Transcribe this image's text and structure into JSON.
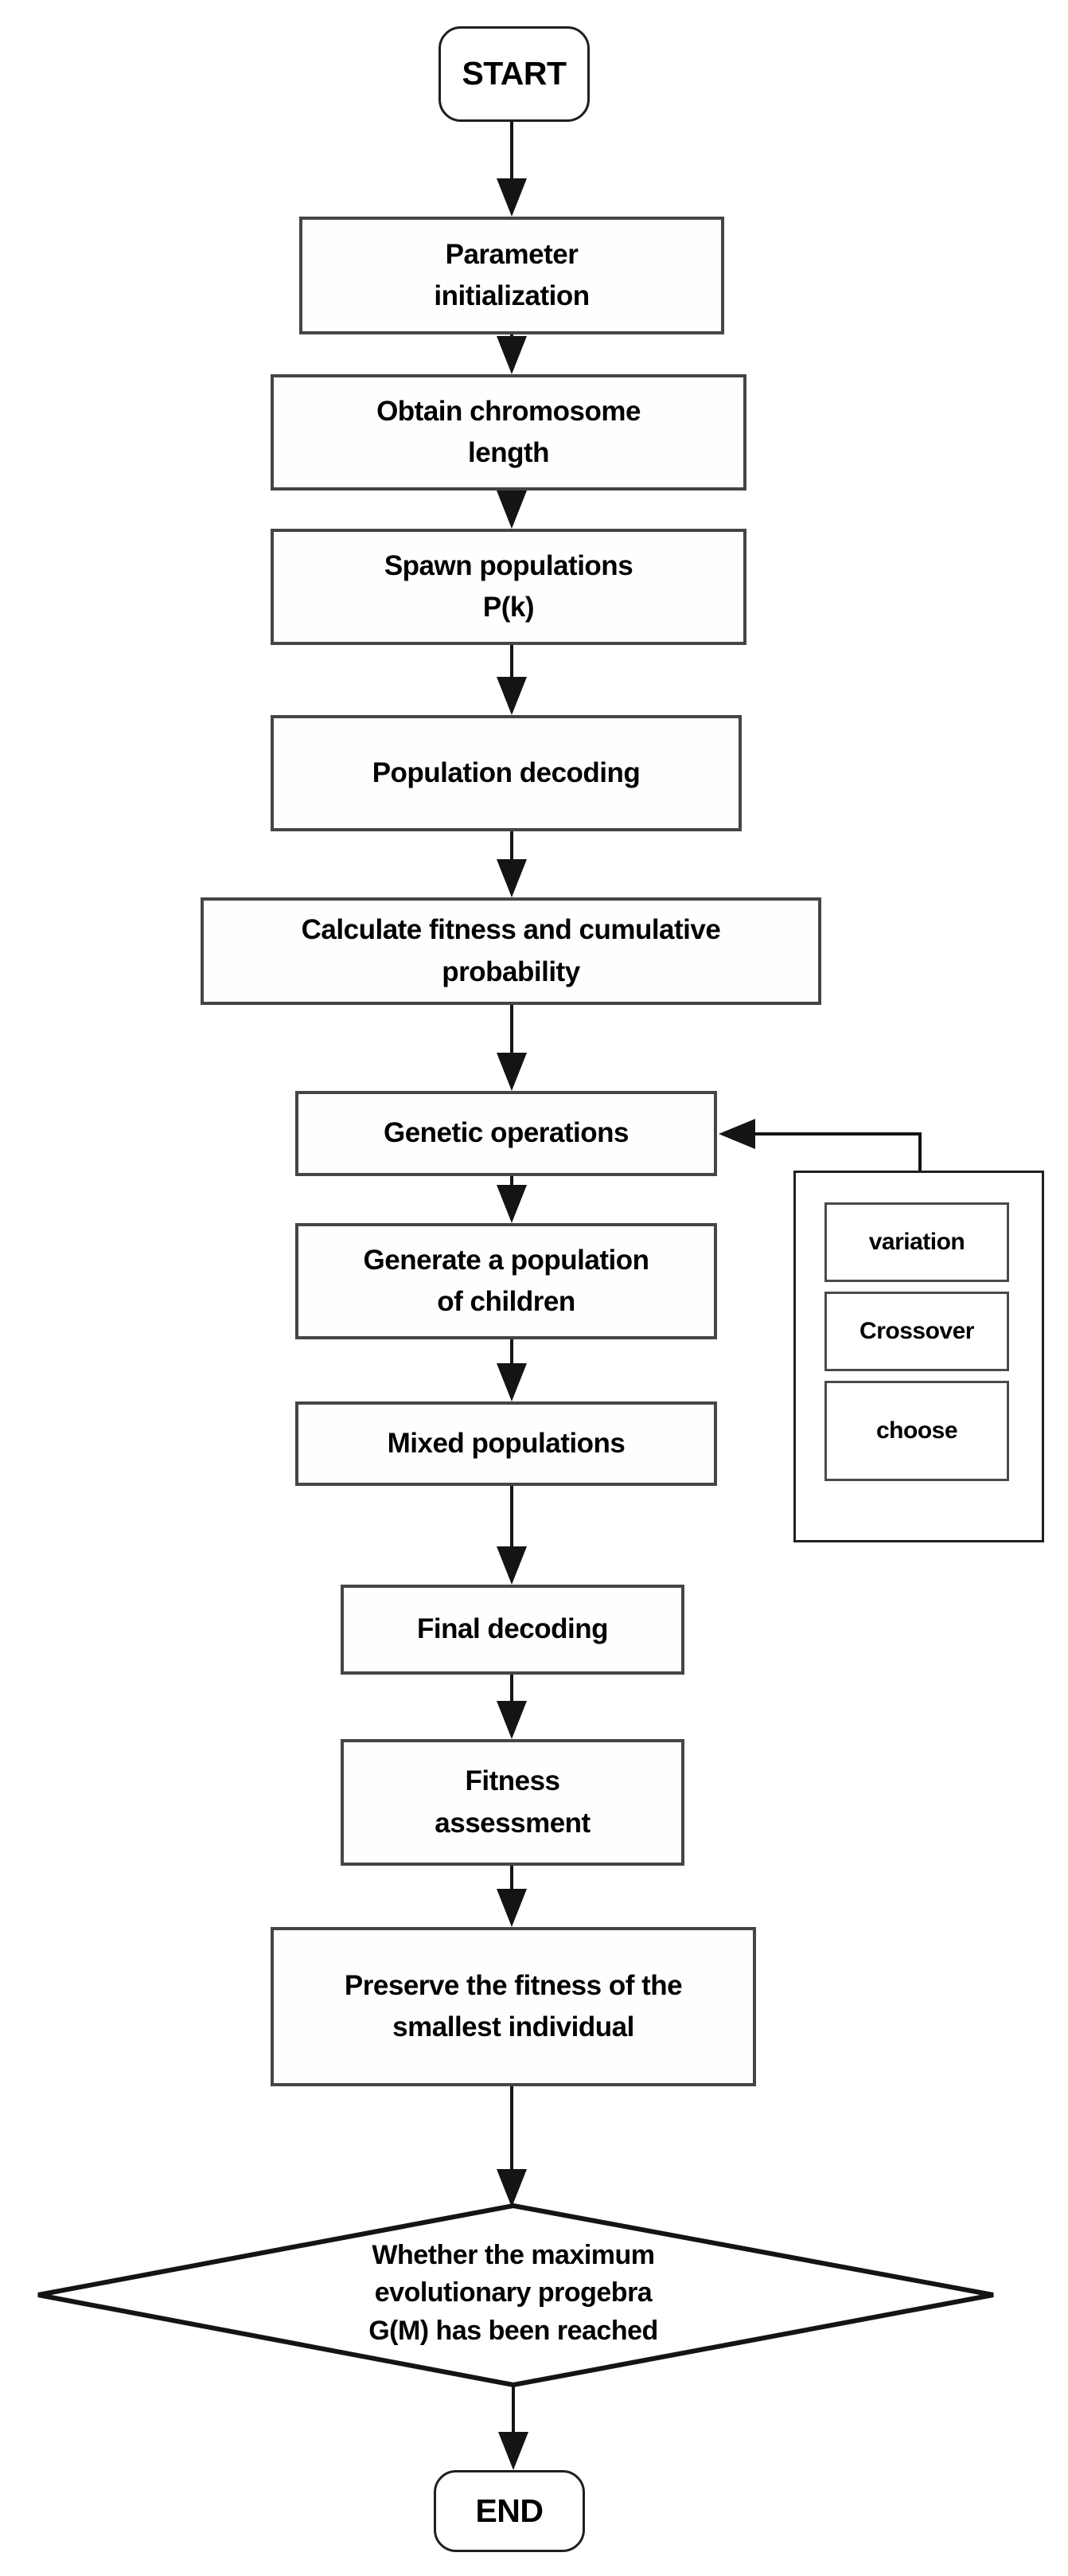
{
  "flowchart": {
    "nodes": {
      "start": "START",
      "parameter_initialization": "Parameter\ninitialization",
      "obtain_chromosome_length": "Obtain chromosome\nlength",
      "spawn_populations": "Spawn populations\nP(k)",
      "population_decoding": "Population decoding",
      "calculate_fitness": "Calculate fitness and cumulative\nprobability",
      "genetic_operations": "Genetic operations",
      "generate_children": "Generate a population\nof children",
      "mixed_populations": "Mixed populations",
      "final_decoding": "Final decoding",
      "fitness_assessment": "Fitness\nassessment",
      "preserve_fitness": "Preserve the fitness of the\nsmallest individual",
      "decision": "Whether the maximum\nevolutionary progebra\nG(M) has been reached",
      "end": "END"
    },
    "side_panel": {
      "items": [
        "variation",
        "Crossover",
        "choose"
      ]
    },
    "colors": {
      "background": "#ffffff",
      "line": "#141414",
      "box_border": "#454545",
      "terminator_border": "#1f1f1f",
      "text": "#000000"
    }
  }
}
